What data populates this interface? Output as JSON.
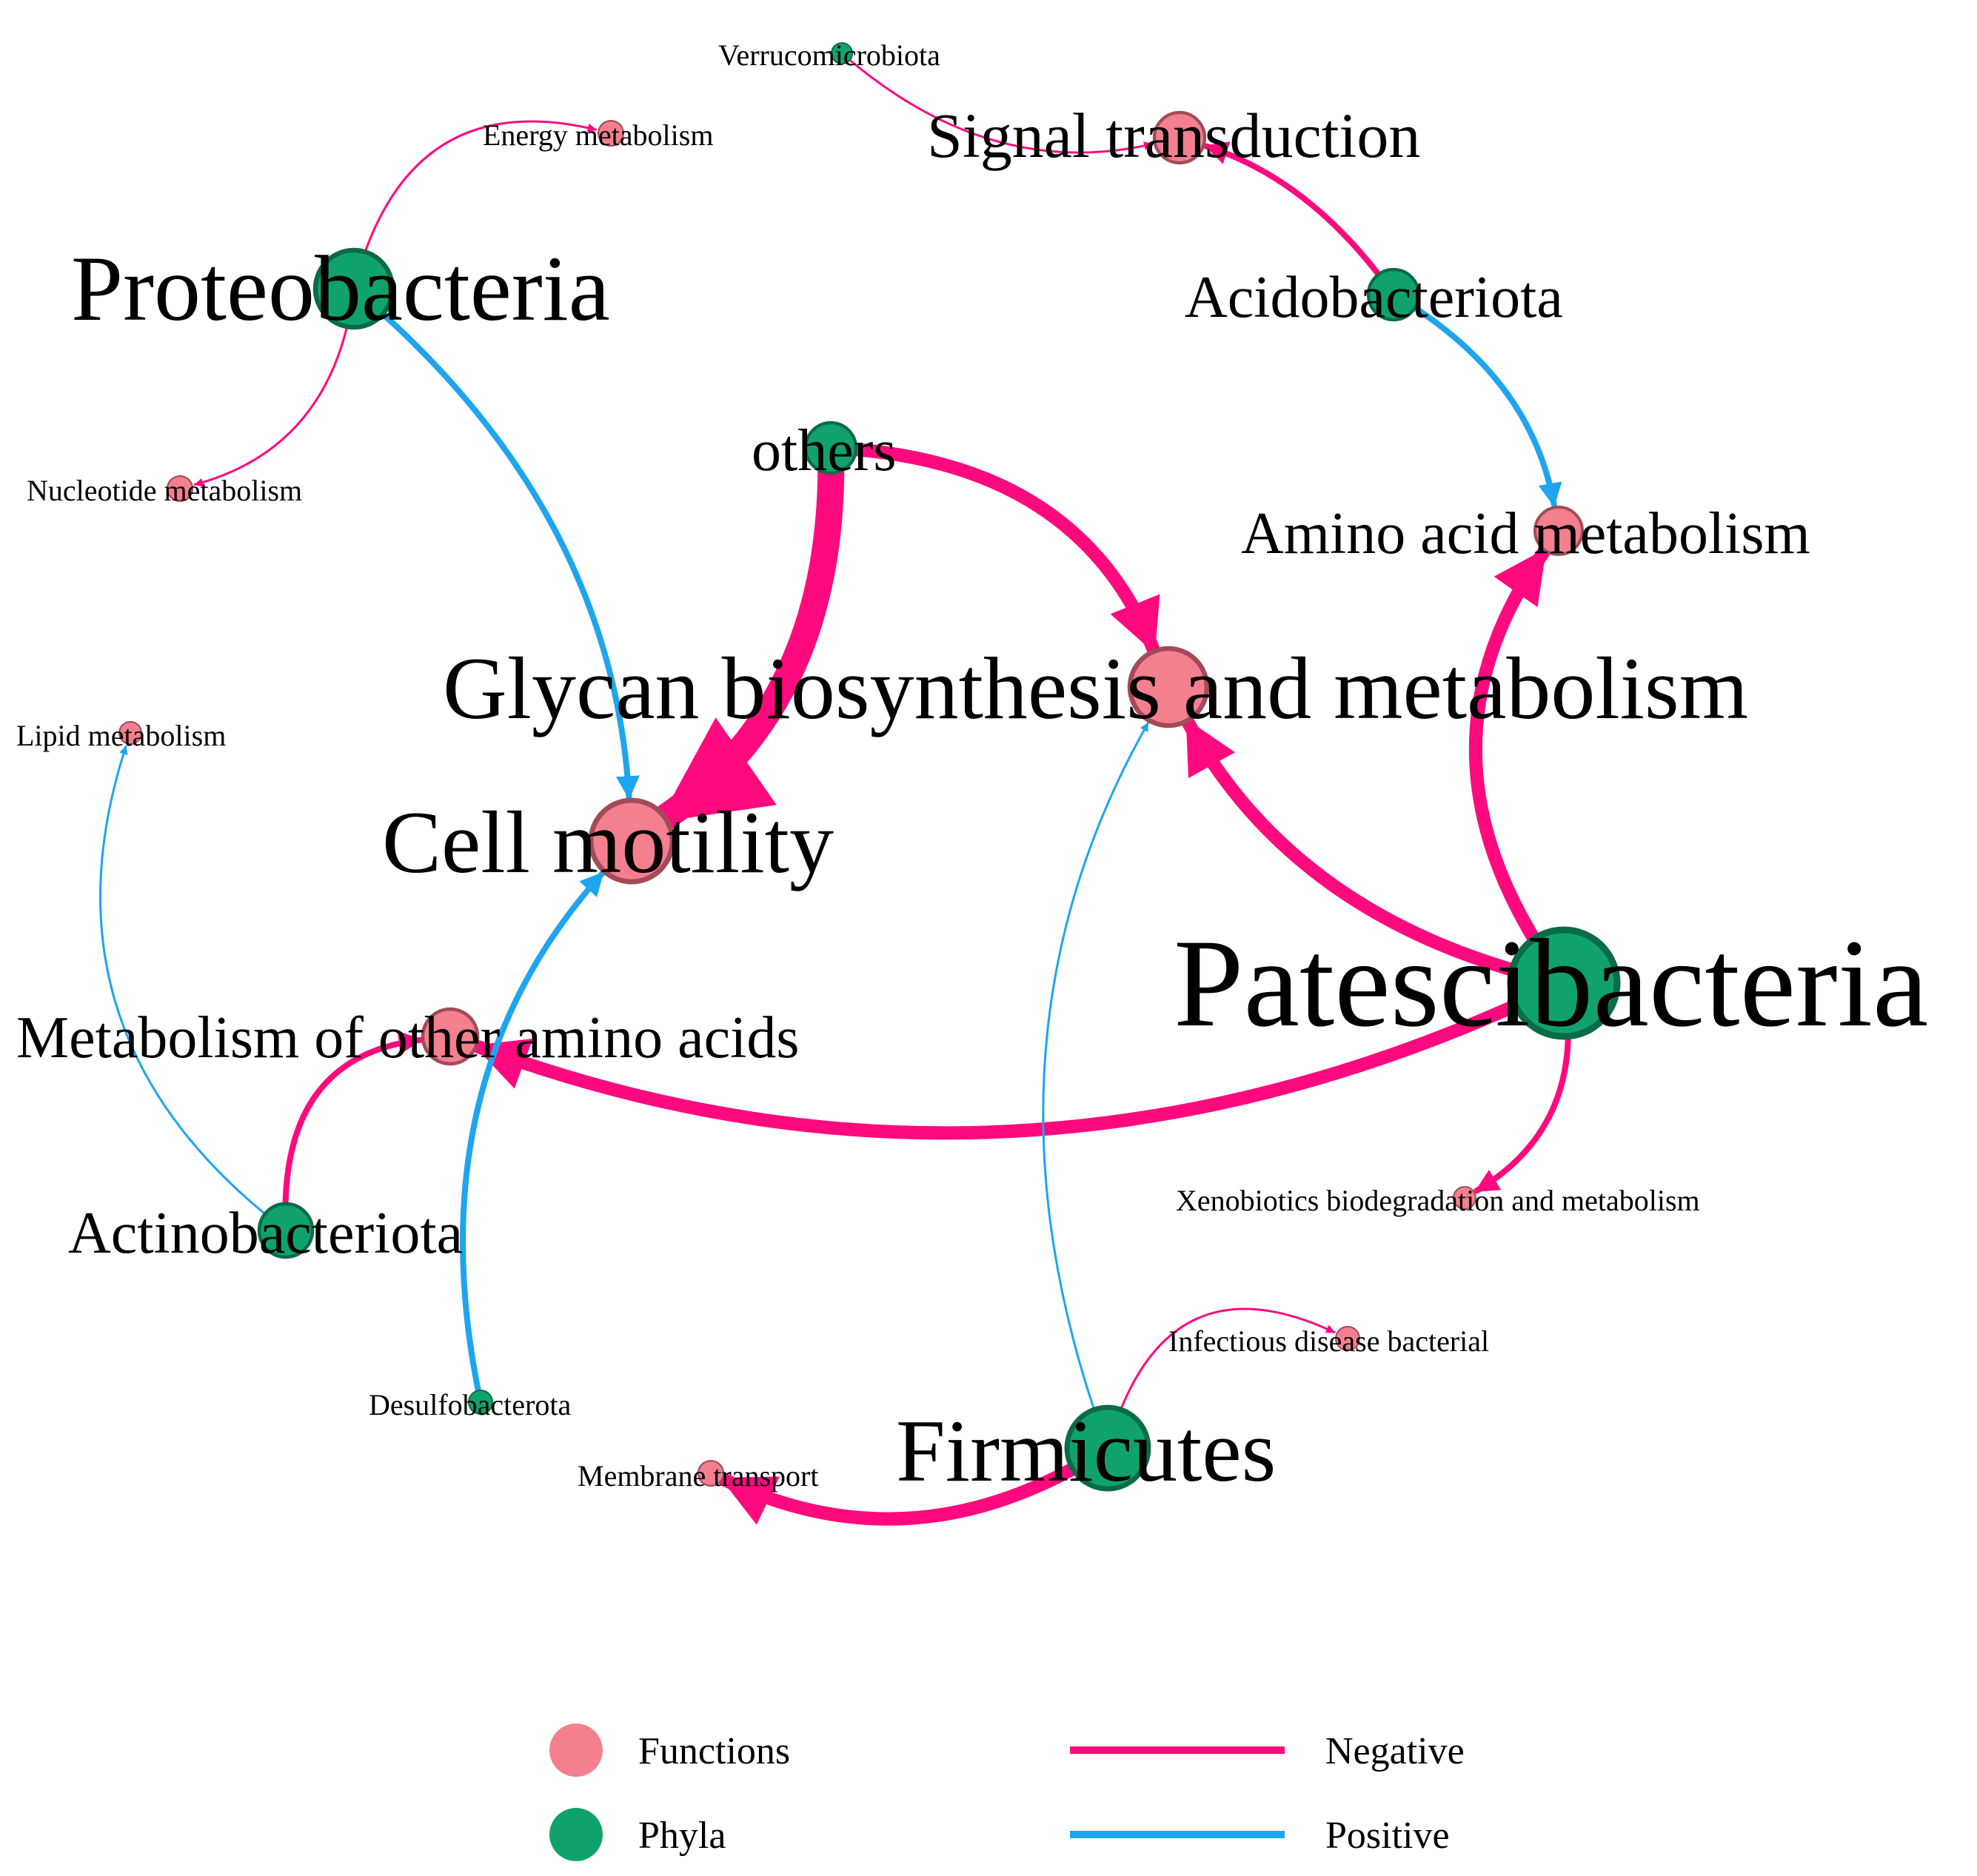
{
  "colors": {
    "function_node": "#f47f8f",
    "function_node_stroke": "#a34a58",
    "phylum_node": "#0fa36b",
    "phylum_node_stroke": "#0b6b47",
    "negative_edge": "#ff0a7e",
    "positive_edge": "#1ea5ee",
    "label": "#000000"
  },
  "nodes": [
    {
      "id": "verrucomicrobiota",
      "label": "Verrucomicrobiota",
      "type": "phylum"
    },
    {
      "id": "signal_transduction",
      "label": "Signal transduction",
      "type": "function"
    },
    {
      "id": "energy_metabolism",
      "label": "Energy metabolism",
      "type": "function"
    },
    {
      "id": "proteobacteria",
      "label": "Proteobacteria",
      "type": "phylum"
    },
    {
      "id": "acidobacteriota",
      "label": "Acidobacteriota",
      "type": "phylum"
    },
    {
      "id": "others",
      "label": "others",
      "type": "phylum"
    },
    {
      "id": "nucleotide_metabolism",
      "label": "Nucleotide metabolism",
      "type": "function"
    },
    {
      "id": "amino_acid_metabolism",
      "label": "Amino acid metabolism",
      "type": "function"
    },
    {
      "id": "glycan_biosynthesis",
      "label": "Glycan biosynthesis and metabolism",
      "type": "function"
    },
    {
      "id": "lipid_metabolism",
      "label": "Lipid metabolism",
      "type": "function"
    },
    {
      "id": "cell_motility",
      "label": "Cell motility",
      "type": "function"
    },
    {
      "id": "patescibacteria",
      "label": "Patescibacteria",
      "type": "phylum"
    },
    {
      "id": "metabolism_other_amino_acids",
      "label": "Metabolism of other amino acids",
      "type": "function"
    },
    {
      "id": "xenobiotics",
      "label": "Xenobiotics biodegradation and metabolism",
      "type": "function"
    },
    {
      "id": "actinobacteriota",
      "label": "Actinobacteriota",
      "type": "phylum"
    },
    {
      "id": "infectious_disease",
      "label": "Infectious disease bacterial",
      "type": "function"
    },
    {
      "id": "desulfobacterota",
      "label": "Desulfobacterota",
      "type": "phylum"
    },
    {
      "id": "firmicutes",
      "label": "Firmicutes",
      "type": "phylum"
    },
    {
      "id": "membrane_transport",
      "label": "Membrane transport",
      "type": "function"
    }
  ],
  "edges": [
    {
      "source": "verrucomicrobiota",
      "target": "signal_transduction",
      "sign": "negative",
      "strength": "weak"
    },
    {
      "source": "acidobacteriota",
      "target": "signal_transduction",
      "sign": "negative",
      "strength": "medium"
    },
    {
      "source": "acidobacteriota",
      "target": "amino_acid_metabolism",
      "sign": "positive",
      "strength": "medium"
    },
    {
      "source": "proteobacteria",
      "target": "energy_metabolism",
      "sign": "negative",
      "strength": "weak"
    },
    {
      "source": "proteobacteria",
      "target": "nucleotide_metabolism",
      "sign": "negative",
      "strength": "weak"
    },
    {
      "source": "proteobacteria",
      "target": "cell_motility",
      "sign": "positive",
      "strength": "medium"
    },
    {
      "source": "others",
      "target": "cell_motility",
      "sign": "negative",
      "strength": "very strong"
    },
    {
      "source": "others",
      "target": "glycan_biosynthesis",
      "sign": "negative",
      "strength": "strong"
    },
    {
      "source": "patescibacteria",
      "target": "glycan_biosynthesis",
      "sign": "negative",
      "strength": "strong"
    },
    {
      "source": "patescibacteria",
      "target": "amino_acid_metabolism",
      "sign": "negative",
      "strength": "strong"
    },
    {
      "source": "patescibacteria",
      "target": "metabolism_other_amino_acids",
      "sign": "negative",
      "strength": "strong"
    },
    {
      "source": "patescibacteria",
      "target": "xenobiotics",
      "sign": "negative",
      "strength": "medium"
    },
    {
      "source": "actinobacteriota",
      "target": "metabolism_other_amino_acids",
      "sign": "negative",
      "strength": "medium"
    },
    {
      "source": "actinobacteriota",
      "target": "lipid_metabolism",
      "sign": "positive",
      "strength": "weak"
    },
    {
      "source": "desulfobacterota",
      "target": "cell_motility",
      "sign": "positive",
      "strength": "medium"
    },
    {
      "source": "firmicutes",
      "target": "glycan_biosynthesis",
      "sign": "positive",
      "strength": "weak"
    },
    {
      "source": "firmicutes",
      "target": "infectious_disease",
      "sign": "negative",
      "strength": "weak"
    },
    {
      "source": "firmicutes",
      "target": "membrane_transport",
      "sign": "negative",
      "strength": "strong"
    }
  ],
  "legend": {
    "functions": "Functions",
    "phyla": "Phyla",
    "negative": "Negative",
    "positive": "Positive"
  }
}
